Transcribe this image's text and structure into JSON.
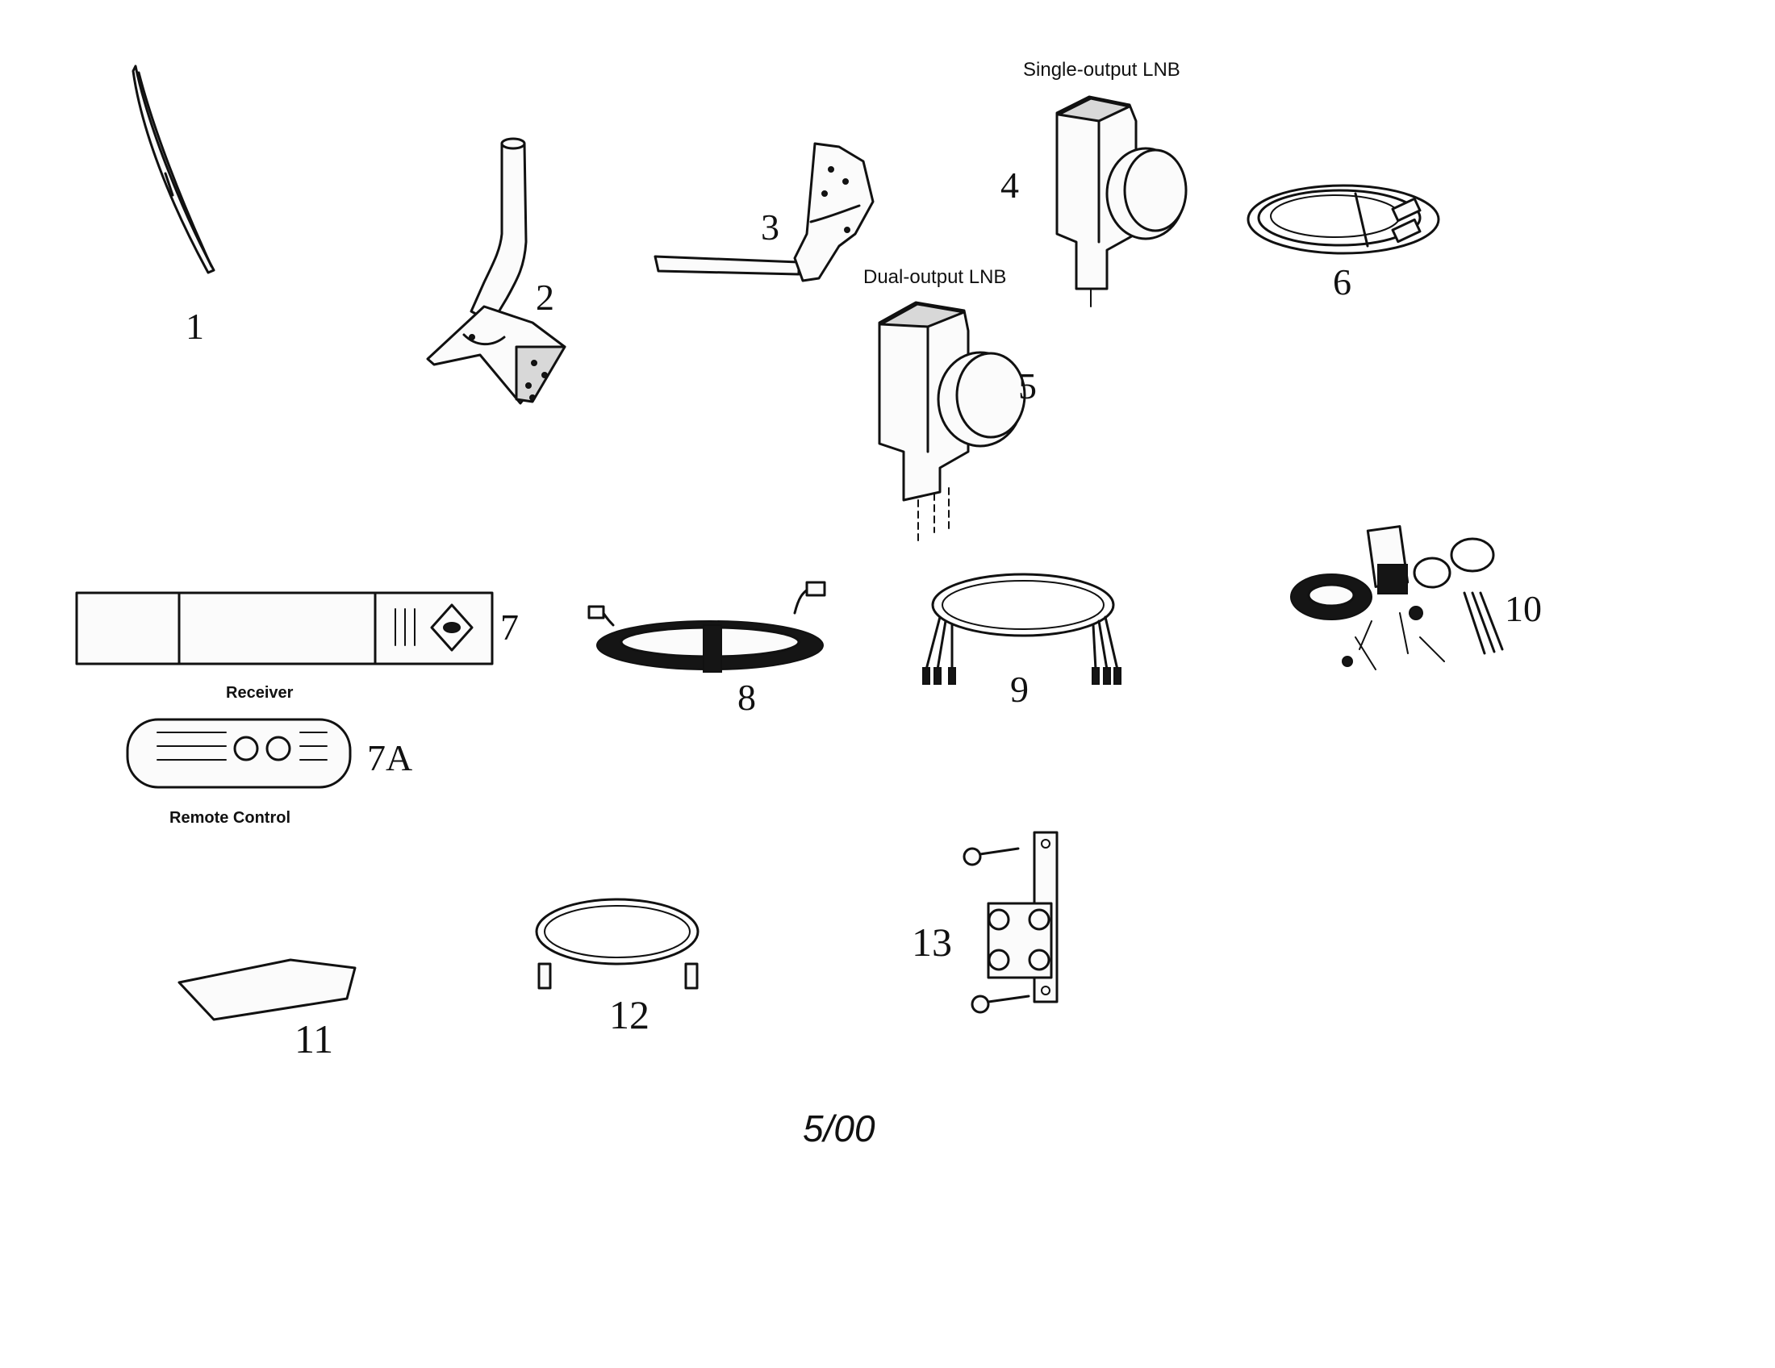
{
  "parts": [
    {
      "id": "part-1",
      "number": "1"
    },
    {
      "id": "part-2",
      "number": "2"
    },
    {
      "id": "part-3",
      "number": "3"
    },
    {
      "id": "part-4",
      "number": "4",
      "caption": "Single-output LNB"
    },
    {
      "id": "part-5",
      "number": "5",
      "caption": "Dual-output LNB"
    },
    {
      "id": "part-6",
      "number": "6"
    },
    {
      "id": "part-7",
      "number": "7",
      "caption": "Receiver"
    },
    {
      "id": "part-7a",
      "number": "7A",
      "caption": "Remote Control"
    },
    {
      "id": "part-8",
      "number": "8"
    },
    {
      "id": "part-9",
      "number": "9"
    },
    {
      "id": "part-10",
      "number": "10"
    },
    {
      "id": "part-11",
      "number": "11"
    },
    {
      "id": "part-12",
      "number": "12"
    },
    {
      "id": "part-13",
      "number": "13"
    }
  ],
  "footer": {
    "date_code": "5/00"
  }
}
